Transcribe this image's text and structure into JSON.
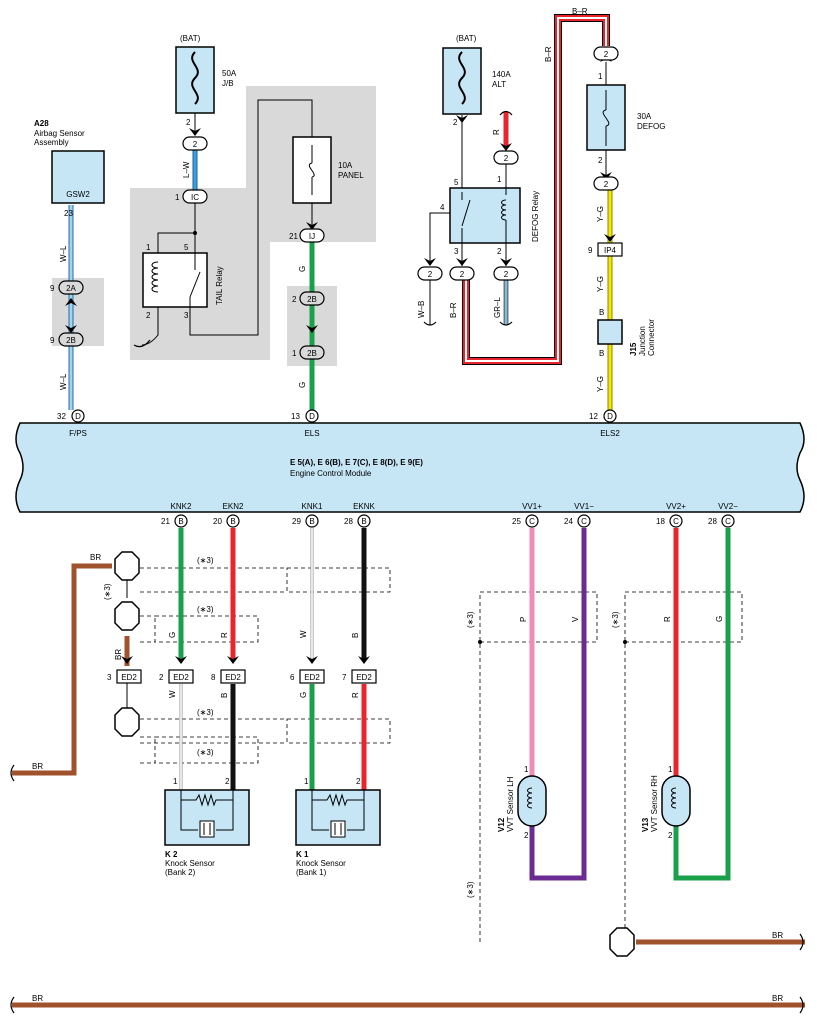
{
  "components": {
    "bat1_label": "(BAT)",
    "fuse_50a_rating": "50A",
    "fuse_50a_name": "J/B",
    "bat2_label": "(BAT)",
    "fuse_140a_rating": "140A",
    "fuse_140a_name": "ALT",
    "fuse_30a_rating": "30A",
    "fuse_30a_name": "DEFOG",
    "fuse_10a_rating": "10A",
    "fuse_10a_name": "PANEL",
    "a28_code": "A28",
    "a28_name1": "Airbag Sensor",
    "a28_name2": "Assembly",
    "a28_terminal": "GSW2",
    "tail_relay": "TAIL Relay",
    "defog_relay": "DEFOG Relay",
    "j15_code": "J15",
    "j15_name1": "Junction",
    "j15_name2": "Connector",
    "ecm_codes": "E 5(A), E 6(B), E 7(C), E 8(D), E 9(E)",
    "ecm_name": "Engine Control Module",
    "k2_code": "K 2",
    "k2_name1": "Knock Sensor",
    "k2_name2": "(Bank 2)",
    "k1_code": "K 1",
    "k1_name1": "Knock Sensor",
    "k1_name2": "(Bank 1)",
    "v12_code": "V12",
    "v12_name": "VVT Sensor LH",
    "v13_code": "V13",
    "v13_name": "VVT Sensor RH"
  },
  "ecm_top_pins": [
    {
      "num": "32",
      "pin": "D",
      "label": "F/PS"
    },
    {
      "num": "13",
      "pin": "D",
      "label": "ELS"
    },
    {
      "num": "12",
      "pin": "D",
      "label": "ELS2"
    }
  ],
  "ecm_bottom_pins": [
    {
      "num": "21",
      "pin": "B",
      "label": "KNK2"
    },
    {
      "num": "20",
      "pin": "B",
      "label": "EKN2"
    },
    {
      "num": "29",
      "pin": "B",
      "label": "KNK1"
    },
    {
      "num": "28",
      "pin": "B",
      "label": "EKNK"
    },
    {
      "num": "25",
      "pin": "C",
      "label": "VV1+"
    },
    {
      "num": "24",
      "pin": "C",
      "label": "VV1−"
    },
    {
      "num": "18",
      "pin": "C",
      "label": "VV2+"
    },
    {
      "num": "28",
      "pin": "C",
      "label": "VV2−"
    }
  ],
  "connectors": {
    "c_2_a": "2",
    "c_1c": "IC",
    "c_1j": "IJ",
    "c_2a": "2A",
    "c_2b_left": "2B",
    "c_2b_mid1": "2B",
    "c_2b_mid2": "2B",
    "c_2_defog_top": "2",
    "c_2_defog_bot": "2",
    "c_2_alt_r": "2",
    "c_2_relay_b": "2",
    "c_2_relay_c": "2",
    "c_2_relay_a": "2",
    "c_ip4": "IP4",
    "c_ed2_1": "ED2",
    "c_ed2_2": "ED2",
    "c_ed2_3": "ED2",
    "c_ed2_4": "ED2",
    "c_ed2_5": "ED2"
  },
  "pin_numbers": {
    "a28_23": "23",
    "c2a_9": "9",
    "c2b_9": "9",
    "f50_2": "2",
    "c1c_1": "1",
    "tr_1": "1",
    "tr_5": "5",
    "tr_2": "2",
    "tr_3": "3",
    "c1j_21": "21",
    "c2b_2": "2",
    "c2b_1": "1",
    "alt_2": "2",
    "alt_r_1": "1",
    "dr_5": "5",
    "dr_4": "4",
    "dr_3": "3",
    "dr_2": "2",
    "defog_2top": "2",
    "defog_1": "1",
    "defog_2": "2",
    "ip4_9": "9",
    "j15_b1": "B",
    "j15_b2": "B",
    "ed2_3": "3",
    "ed2_2": "2",
    "ed2_8": "8",
    "ed2_6": "6",
    "ed2_7": "7",
    "k2_1": "1",
    "k2_2": "2",
    "k1_1": "1",
    "k1_2": "2",
    "v12_1": "1",
    "v12_2": "2",
    "v13_1": "1",
    "v13_2": "2"
  },
  "wire_labels": {
    "wl1": "W–L",
    "wl2": "W–L",
    "lw": "L–W",
    "g1": "G",
    "g2": "G",
    "r_alt": "R",
    "wb": "W–B",
    "br_relay": "B–R",
    "grl": "GR–L",
    "br_top": "B–R",
    "br_vert": "B–R",
    "yg1": "Y–G",
    "yg2": "Y–G",
    "yg3": "Y–G",
    "br1": "BR",
    "br2": "BR",
    "br3": "BR",
    "br_bottom_l": "BR",
    "br_bottom_r": "BR",
    "br_right": "BR",
    "g_knk2": "G",
    "r_ekn2": "R",
    "w_knk1": "W",
    "b_eknk": "B",
    "w_k2": "W",
    "b_k2": "B",
    "g_k1": "G",
    "r_k1": "R",
    "p_vv1": "P",
    "v_vv1": "V",
    "r_vv2": "R",
    "g_vv2": "G",
    "star3_1": "(∗3)",
    "star3_2": "(∗3)",
    "star3_3": "(∗3)",
    "star3_4": "(∗3)",
    "star3_5": "(∗3)",
    "star3_6": "(∗3)",
    "star3_7": "(∗3)",
    "star3_8": "(∗3)"
  },
  "colors": {
    "wire_wl": "#9fd6ee",
    "wire_lw": "#3aa0dc",
    "wire_g": "#1aa04a",
    "wire_r": "#e8242c",
    "wire_b": "#111111",
    "wire_br": "#a0522d",
    "wire_yg": "#f3e600",
    "wire_p": "#f08cb8",
    "wire_v": "#6a2c91",
    "fill_blue": "#c6e6f6",
    "fill_gray": "#d9d9d9"
  }
}
